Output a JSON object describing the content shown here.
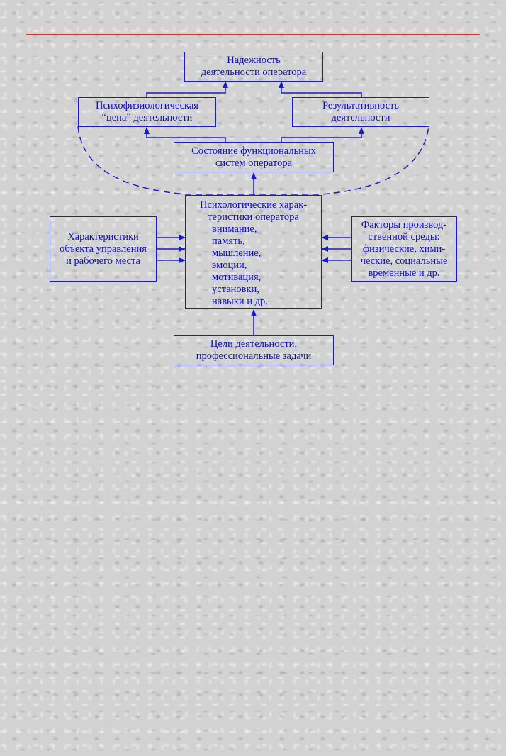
{
  "boxes": {
    "reliability": [
      "Надежность",
      "деятельности оператора"
    ],
    "cost": [
      "Психофизиологическая",
      "“цена” деятельности"
    ],
    "result": [
      "Результативность",
      "деятельности"
    ],
    "state": [
      "Состояние функциональных",
      "систем оператора"
    ],
    "psych": {
      "header": [
        "Психологические харак-",
        "теристики оператора"
      ],
      "items": [
        "внимание,",
        "память,",
        "мышление,",
        "эмоции,",
        "мотивация,",
        "установки,",
        "навыки и др."
      ]
    },
    "object": [
      "Характеристики",
      "объекта управления",
      "и рабочего места"
    ],
    "env": [
      "Факторы производ-",
      "ственной среды:",
      "физические, хими-",
      "ческие, социальные",
      "временные и др."
    ],
    "goals": [
      "Цели деятельности,",
      "профессиональные задачи"
    ]
  },
  "colors": {
    "line": "#1a1ad0",
    "text": "#1010c8",
    "rule": "#e0302f"
  }
}
